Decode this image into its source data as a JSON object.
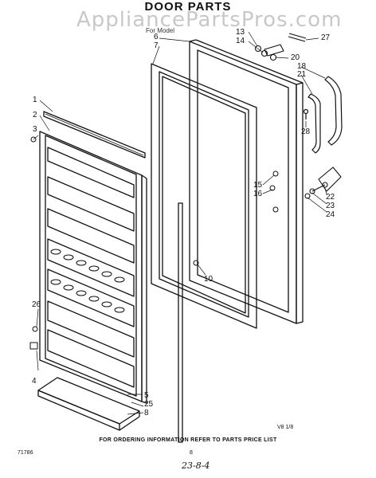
{
  "header": {
    "title": "DOOR PARTS",
    "watermark": "AppliancePartsPros.com",
    "model_prefix": "For Model"
  },
  "callouts": [
    "1",
    "2",
    "3",
    "4",
    "5",
    "6",
    "7",
    "8",
    "10",
    "13",
    "14",
    "15",
    "16",
    "18",
    "20",
    "21",
    "22",
    "23",
    "24",
    "25",
    "26",
    "27",
    "28"
  ],
  "footer": {
    "ordering_note": "FOR ORDERING INFORMATION REFER TO PARTS PRICE LIST",
    "drawing_code": "71786",
    "code_right": "V8 1/8",
    "page_mark": "8",
    "handwritten": "23-8-4"
  },
  "colors": {
    "ink": "#111111",
    "watermark": "#c8c8c8",
    "background": "#ffffff"
  }
}
